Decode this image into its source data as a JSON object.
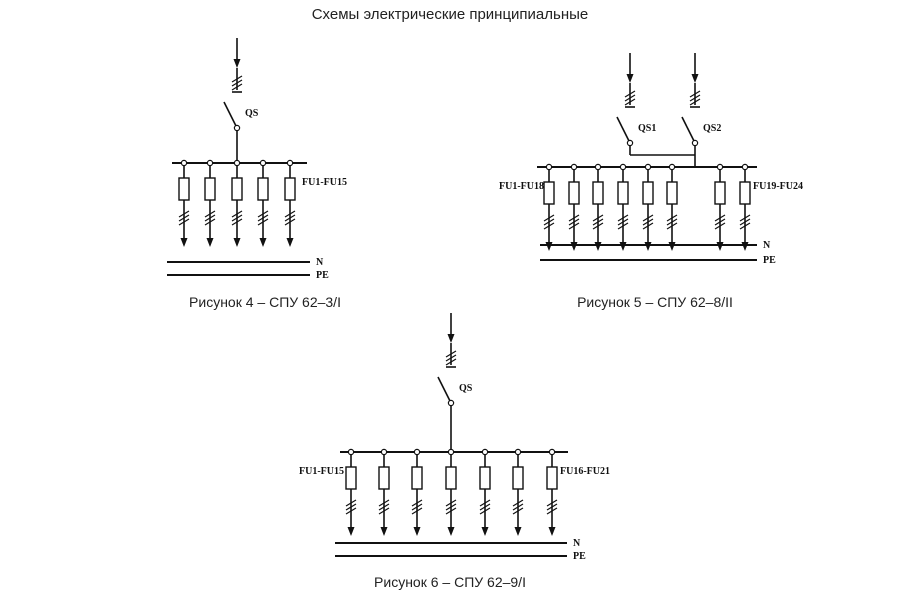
{
  "page_title": "Схемы электрические принципиальные",
  "diagrams": [
    {
      "caption": "Рисунок 4 – СПУ 62–3/I",
      "switches": [
        "QS"
      ],
      "fuse_labels": [
        "FU1-FU15"
      ],
      "line_labels": [
        "N",
        "PE"
      ]
    },
    {
      "caption": "Рисунок 5 – СПУ 62–8/II",
      "switches": [
        "QS1",
        "QS2"
      ],
      "fuse_labels": [
        "FU1-FU18",
        "FU19-FU24"
      ],
      "line_labels": [
        "N",
        "PE"
      ]
    },
    {
      "caption": "Рисунок 6 – СПУ 62–9/I",
      "switches": [
        "QS"
      ],
      "fuse_labels": [
        "FU1-FU15",
        "FU16-FU21"
      ],
      "line_labels": [
        "N",
        "PE"
      ]
    }
  ]
}
